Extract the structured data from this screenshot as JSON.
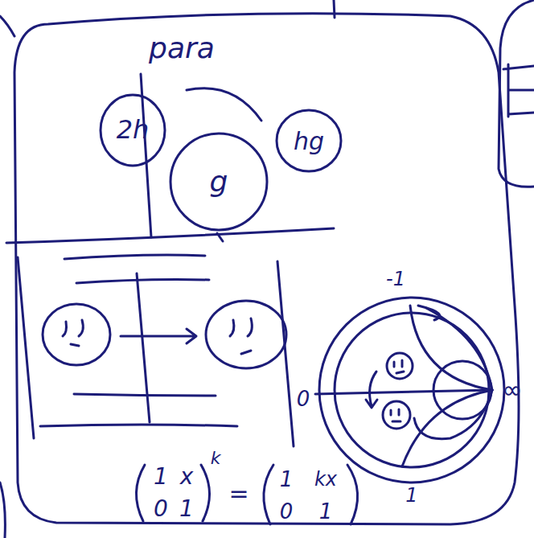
{
  "diagram": {
    "nodes": [
      {
        "text": [
          "2h"
        ]
      },
      {
        "text": [
          "g"
        ]
      },
      {
        "text": [
          "hg"
        ]
      }
    ],
    "labels": [
      "para",
      "-1",
      "0",
      "∞",
      "1",
      "1",
      "x",
      "0",
      "1",
      "k",
      "=",
      "1",
      "kx",
      "0",
      "1"
    ]
  }
}
